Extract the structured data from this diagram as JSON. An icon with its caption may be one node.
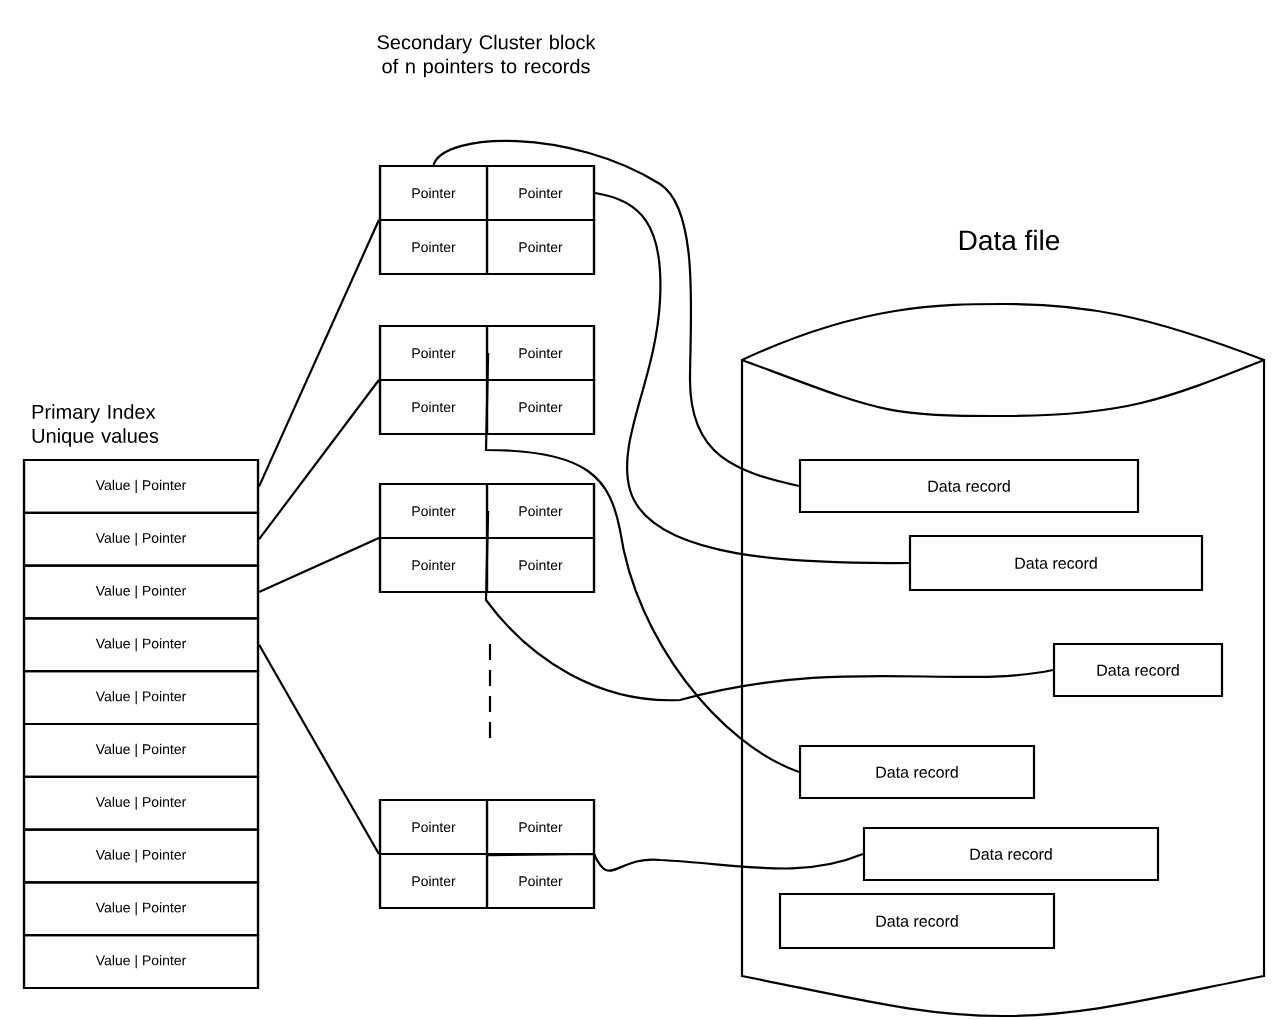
{
  "diagram": {
    "nodes": [
      {
        "text": [
          "Primary Index Unique values"
        ]
      },
      {
        "text": [
          "Value | Pointer"
        ],
        "in": 0
      },
      {
        "text": [
          "Value | Pointer"
        ],
        "in": 0
      },
      {
        "text": [
          "Value | Pointer"
        ],
        "in": 0
      },
      {
        "text": [
          "Value | Pointer"
        ],
        "in": 0
      },
      {
        "text": [
          "Value | Pointer"
        ],
        "in": 0
      },
      {
        "text": [
          "Value | Pointer"
        ],
        "in": 0
      },
      {
        "text": [
          "Value | Pointer"
        ],
        "in": 0
      },
      {
        "text": [
          "Value | Pointer"
        ],
        "in": 0
      },
      {
        "text": [
          "Value | Pointer"
        ],
        "in": 0
      },
      {
        "text": [
          "Value | Pointer"
        ],
        "in": 0
      },
      {
        "text": [],
        "shape": "box"
      },
      {
        "text": [
          "Pointer"
        ],
        "in": 11
      },
      {
        "text": [
          "Pointer"
        ],
        "in": 11
      },
      {
        "text": [
          "Pointer"
        ],
        "in": 11
      },
      {
        "text": [
          "Pointer"
        ],
        "in": 11
      },
      {
        "text": [],
        "shape": "box"
      },
      {
        "text": [
          "Pointer"
        ],
        "in": 16
      },
      {
        "text": [
          "Pointer"
        ],
        "in": 16
      },
      {
        "text": [
          "Pointer"
        ],
        "in": 16
      },
      {
        "text": [
          "Pointer"
        ],
        "in": 16
      },
      {
        "text": [],
        "shape": "box"
      },
      {
        "text": [
          "Pointer"
        ],
        "in": 21
      },
      {
        "text": [
          "Pointer"
        ],
        "in": 21
      },
      {
        "text": [
          "Pointer"
        ],
        "in": 21
      },
      {
        "text": [
          "Pointer"
        ],
        "in": 21
      },
      {
        "text": [],
        "shape": "box"
      },
      {
        "text": [
          "Pointer"
        ],
        "in": 26
      },
      {
        "text": [
          "Pointer"
        ],
        "in": 26
      },
      {
        "text": [
          "Pointer"
        ],
        "in": 26
      },
      {
        "text": [
          "Pointer"
        ],
        "in": 26
      },
      {
        "text": [
          "Data file"
        ]
      },
      {
        "text": [
          "Data record"
        ],
        "in": 31
      },
      {
        "text": [
          "Data record"
        ],
        "in": 31
      },
      {
        "text": [
          "Data record"
        ],
        "in": 31
      },
      {
        "text": [
          "Data record"
        ],
        "in": 31
      },
      {
        "text": [
          "Data record"
        ],
        "in": 31
      },
      {
        "text": [
          "Data record"
        ],
        "in": 31
      }
    ],
    "edges": [
      {
        "from": 1,
        "to": 11,
        "arrow": "none"
      },
      {
        "from": 2,
        "to": 16,
        "arrow": "none"
      },
      {
        "from": 3,
        "to": 21,
        "arrow": "none"
      },
      {
        "from": 4,
        "to": 26,
        "arrow": "none"
      },
      {
        "from": 12,
        "to": 32,
        "arrow": "none"
      },
      {
        "from": 13,
        "to": 33,
        "arrow": "none"
      },
      {
        "from": 17,
        "to": 35,
        "arrow": "none"
      },
      {
        "from": 22,
        "to": 34,
        "arrow": "none"
      },
      {
        "from": 27,
        "to": 36,
        "arrow": "none"
      }
    ],
    "labels": [
      "Secondary Cluster block of n pointers to records"
    ]
  }
}
